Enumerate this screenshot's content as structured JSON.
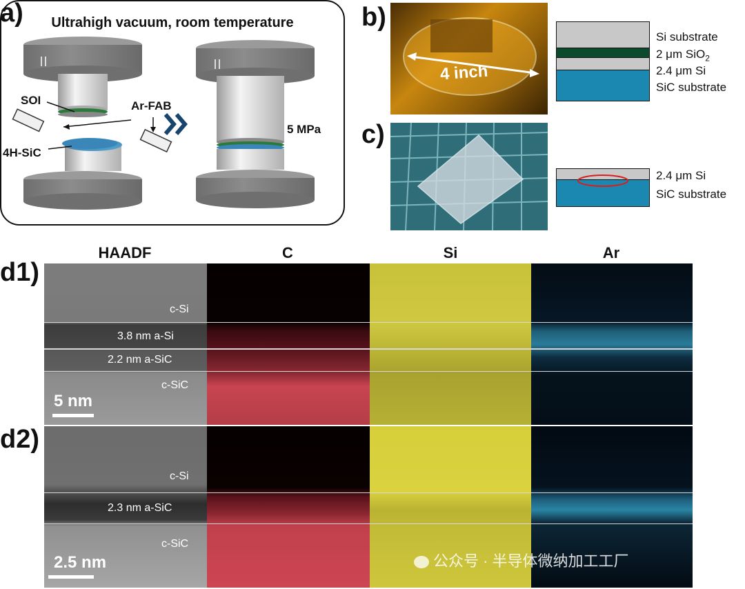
{
  "panels": {
    "a": {
      "label": "a)",
      "title": "Ultrahigh vacuum, room temperature",
      "soi": "SOI",
      "ar_fab": "Ar-FAB",
      "sic": "4H-SiC",
      "pressure": "5 MPa"
    },
    "b": {
      "label": "b)",
      "photo_text": "4 inch",
      "layers": [
        "Si substrate",
        "2 μm SiO",
        "2.4 μm Si",
        "SiC substrate"
      ],
      "sio2_sub": "2"
    },
    "c": {
      "label": "c)",
      "layers": [
        "2.4 μm Si",
        "SiC substrate"
      ]
    },
    "d": {
      "columns": [
        "HAADF",
        "C",
        "Si",
        "Ar"
      ],
      "d1": {
        "label": "d1)",
        "regions": [
          "c-Si",
          "3.8 nm a-Si",
          "2.2 nm a-SiC",
          "c-SiC"
        ],
        "scale": "5 nm"
      },
      "d2": {
        "label": "d2)",
        "regions": [
          "c-Si",
          "2.3 nm a-SiC",
          "c-SiC"
        ],
        "scale": "2.5 nm"
      }
    }
  },
  "watermark": "公众号 · 半导体微纳加工工厂",
  "colors": {
    "sio2": "#0b4a2c",
    "si": "#c8c8c8",
    "sic": "#1a88b0",
    "interface_mark": "#d81f1f",
    "map_c": "#d64a55",
    "map_si": "#d8d040",
    "map_ar": "#3aa6c8"
  }
}
